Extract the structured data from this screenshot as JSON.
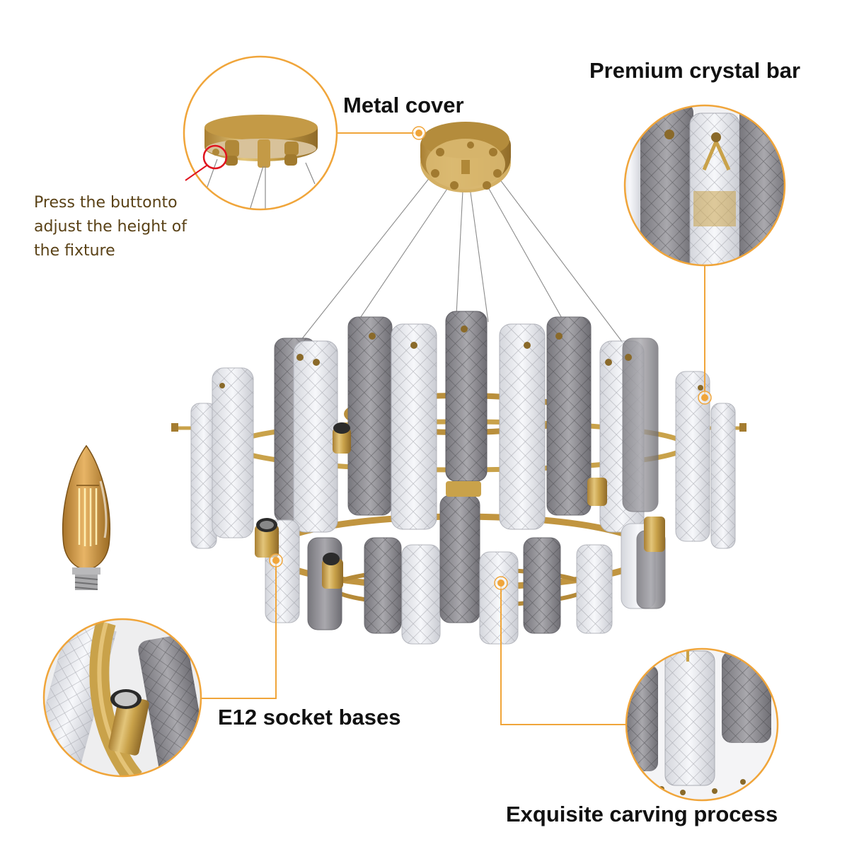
{
  "infographic": {
    "subject": "Crystal chandelier with brass frame",
    "callouts": {
      "metal_cover": {
        "title": "Metal cover"
      },
      "premium_crystal": {
        "title": "Premium crystal bar"
      },
      "socket": {
        "title": "E12 socket bases"
      },
      "carving": {
        "title": "Exquisite carving process"
      }
    },
    "height_note": {
      "lines": [
        "Press the buttonto",
        "adjust the height of",
        "the fixture"
      ]
    },
    "icons": {
      "bulb": "candelabra-bulb-icon",
      "canopy": "ceiling-canopy-icon"
    }
  },
  "colors": {
    "accent_orange": "#f0a53a",
    "highlight_red": "#e0141e",
    "brass": "#c9a24a",
    "smoke_crystal": "#8c8b90",
    "clear_crystal": "#e8e9ee",
    "note_text": "#5a4217",
    "title_text": "#111111"
  }
}
